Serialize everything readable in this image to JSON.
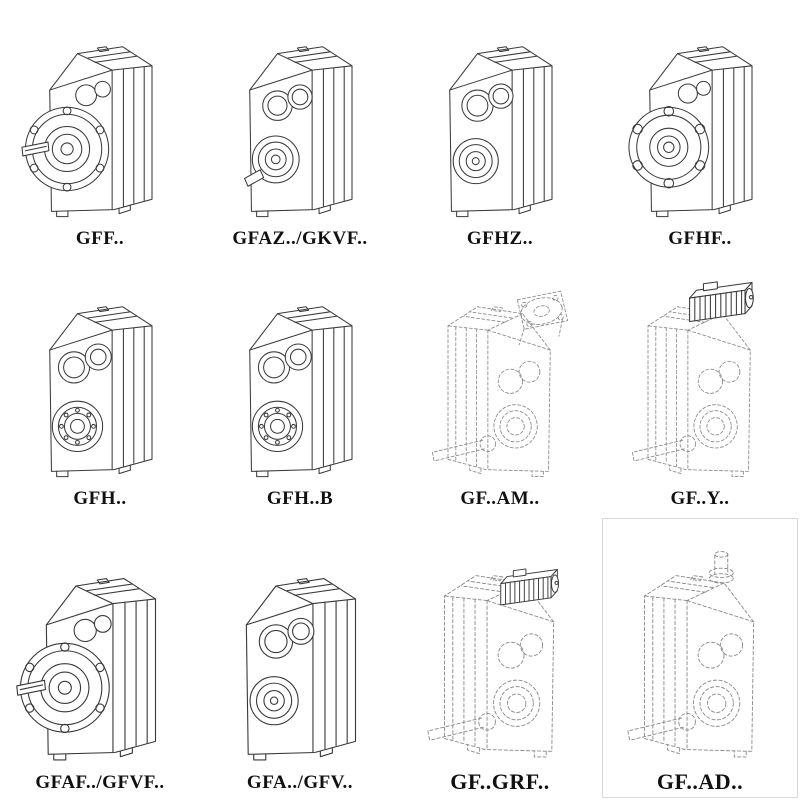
{
  "page": {
    "background": "#ffffff",
    "ink_color": "#3a3a3a",
    "dashed_ink_color": "#8a8a8a"
  },
  "cells": [
    {
      "label": "GFF..",
      "variant": "flange-output-shaft",
      "line_style": "solid"
    },
    {
      "label": "GFAZ../GKVF..",
      "variant": "foot-shaft-output",
      "line_style": "solid"
    },
    {
      "label": "GFHZ..",
      "variant": "hollow-shaft",
      "line_style": "solid"
    },
    {
      "label": "GFHF..",
      "variant": "flange-hollow",
      "line_style": "solid"
    },
    {
      "label": "GFH..",
      "variant": "hollow-shaft",
      "line_style": "solid"
    },
    {
      "label": "GFH..B",
      "variant": "hollow-shaft-backstop",
      "line_style": "solid"
    },
    {
      "label": "GF..AM..",
      "variant": "iec-adapter-flange",
      "line_style": "dashed"
    },
    {
      "label": "GF..Y..",
      "variant": "with-motor-top",
      "line_style": "dashed"
    },
    {
      "label": "GFAF../GFVF..",
      "variant": "flange-output-shaft",
      "line_style": "solid"
    },
    {
      "label": "GFA../GFV..",
      "variant": "hollow-shaft",
      "line_style": "solid"
    },
    {
      "label": "GF..GRF..",
      "variant": "with-input-unit",
      "line_style": "dashed"
    },
    {
      "label": "GF..AD..",
      "variant": "input-shaft-adapter",
      "line_style": "dashed"
    }
  ]
}
